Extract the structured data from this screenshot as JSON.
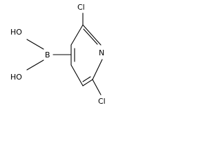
{
  "molecule": {
    "atoms": {
      "boron": "B",
      "hydroxyl_upper": "HO",
      "hydroxyl_lower": "HO",
      "chlorine_top": "Cl",
      "chlorine_bottom": "Cl",
      "ring_nitrogen": "N"
    },
    "colors": {
      "ink": "#000000",
      "background": "#ffffff"
    }
  }
}
